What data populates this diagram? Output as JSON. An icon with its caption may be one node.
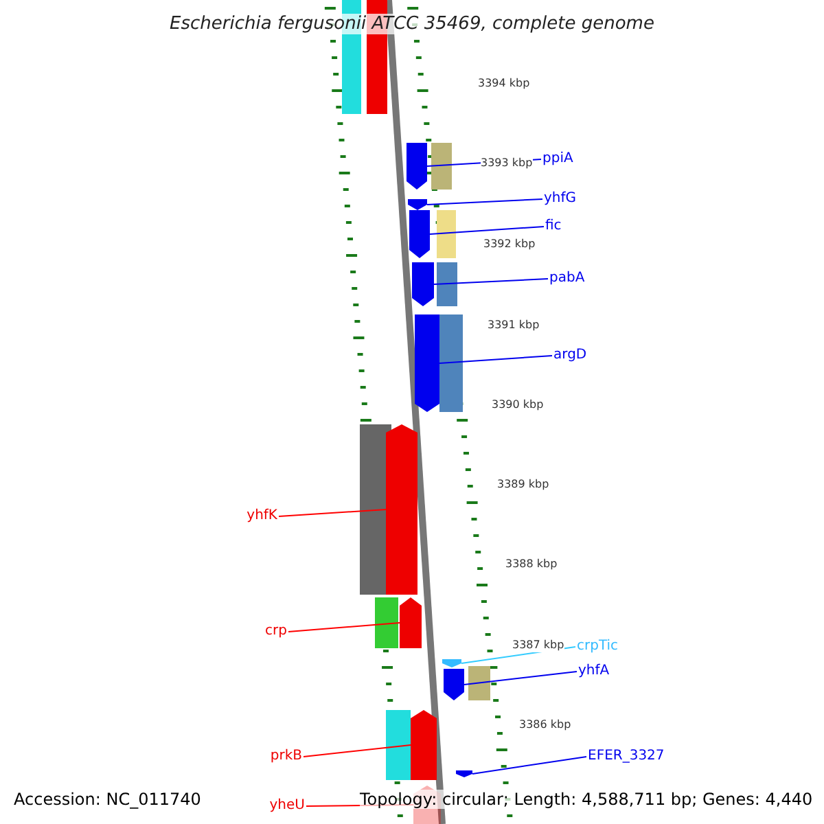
{
  "diagram": {
    "title": "Escherichia fergusonii ATCC 35469, complete genome",
    "nodes": [
      {
        "text": [
          "ppiA"
        ]
      },
      {
        "text": [],
        "shape": "pentagon"
      },
      {
        "text": [
          "yhfG"
        ]
      },
      {
        "text": [],
        "shape": "pentagon"
      },
      {
        "text": [
          "fic"
        ]
      },
      {
        "text": [],
        "shape": "pentagon"
      },
      {
        "text": [
          "pabA"
        ]
      },
      {
        "text": [],
        "shape": "pentagon"
      },
      {
        "text": [
          "argD"
        ]
      },
      {
        "text": [],
        "shape": "pentagon"
      },
      {
        "text": [
          "yhfK"
        ]
      },
      {
        "text": [],
        "shape": "pentagon"
      },
      {
        "text": [
          "crp"
        ]
      },
      {
        "text": [],
        "shape": "pentagon"
      },
      {
        "text": [
          "crpTic"
        ]
      },
      {
        "text": [],
        "shape": "pentagon"
      },
      {
        "text": [
          "yhfA"
        ]
      },
      {
        "text": [],
        "shape": "pentagon"
      },
      {
        "text": [
          "prkB"
        ]
      },
      {
        "text": [],
        "shape": "pentagon"
      },
      {
        "text": [
          "EFER_3327"
        ]
      },
      {
        "text": [],
        "shape": "pentagon"
      },
      {
        "text": [
          "yheU"
        ]
      },
      {
        "text": [],
        "shape": "pentagon"
      }
    ],
    "edges": [
      {
        "from": 0,
        "to": 1,
        "arrow": "none"
      },
      {
        "from": 2,
        "to": 3,
        "arrow": "none"
      },
      {
        "from": 4,
        "to": 5,
        "arrow": "none"
      },
      {
        "from": 6,
        "to": 7,
        "arrow": "none"
      },
      {
        "from": 8,
        "to": 9,
        "arrow": "none"
      },
      {
        "from": 10,
        "to": 11,
        "arrow": "none",
        "color": "#ff0000"
      },
      {
        "from": 12,
        "to": 13,
        "arrow": "none",
        "color": "#ff0000"
      },
      {
        "from": 14,
        "to": 15,
        "arrow": "none",
        "color": "#33ccff"
      },
      {
        "from": 16,
        "to": 17,
        "arrow": "none"
      },
      {
        "from": 18,
        "to": 19,
        "arrow": "none",
        "color": "#ff0000"
      },
      {
        "from": 20,
        "to": 21,
        "arrow": "none"
      },
      {
        "from": 22,
        "to": 23,
        "arrow": "none",
        "color": "#ff0000"
      }
    ],
    "labels": [
      "3394 kbp",
      "3393 kbp",
      "3392 kbp",
      "3391 kbp",
      "3390 kbp",
      "3389 kbp",
      "3388 kbp",
      "3387 kbp",
      "3386 kbp",
      "Accession: NC_011740",
      "Topology: circular; Length: 4,588,711 bp; Genes: 4,440"
    ]
  }
}
